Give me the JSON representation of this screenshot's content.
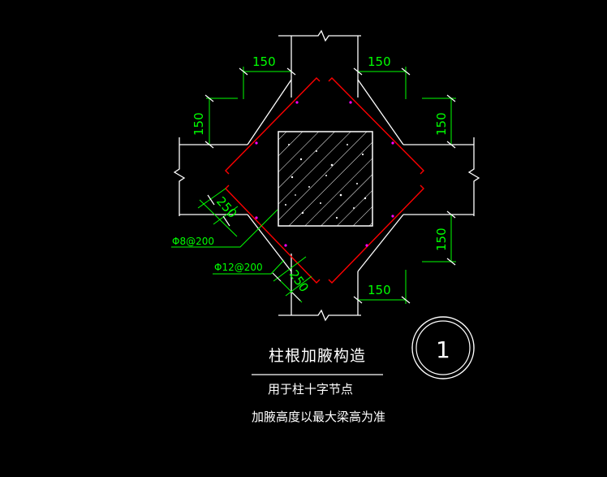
{
  "drawing": {
    "title": "柱根加腋构造",
    "subtitle_line1": "用于柱十字节点",
    "subtitle_line2": "加腋高度以最大梁高为准",
    "detail_number": "1"
  },
  "dimensions": {
    "top_left_width": "150",
    "top_right_width": "150",
    "left_upper_height": "150",
    "right_upper_height": "150",
    "right_lower_height": "150",
    "bottom_right_width": "150",
    "haunch_left": "250",
    "haunch_bottom": "250"
  },
  "rebar": {
    "stirrup_label": "Φ8@200",
    "bar_label": "Φ12@200"
  },
  "colors": {
    "background": "#000000",
    "outline": "#ffffff",
    "dimension": "#00ff00",
    "rebar": "#ff0000",
    "stirrup_dot": "#ff00ff"
  }
}
